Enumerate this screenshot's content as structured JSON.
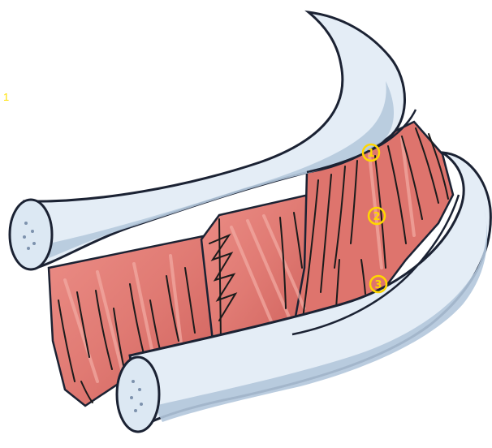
{
  "corner_label": "1",
  "markers": [
    {
      "label": "1"
    },
    {
      "label": "2"
    },
    {
      "label": "3"
    }
  ],
  "colors": {
    "bone_fill": "#e3ecf5",
    "bone_shadow": "#aec3da",
    "bone_outline": "#1b2233",
    "muscle_fill": "#e07a73",
    "muscle_highlight": "#f1a39b",
    "muscle_dark": "#c75a55",
    "fiber_stroke": "#1b1b1b",
    "marker": "#ffd700"
  }
}
